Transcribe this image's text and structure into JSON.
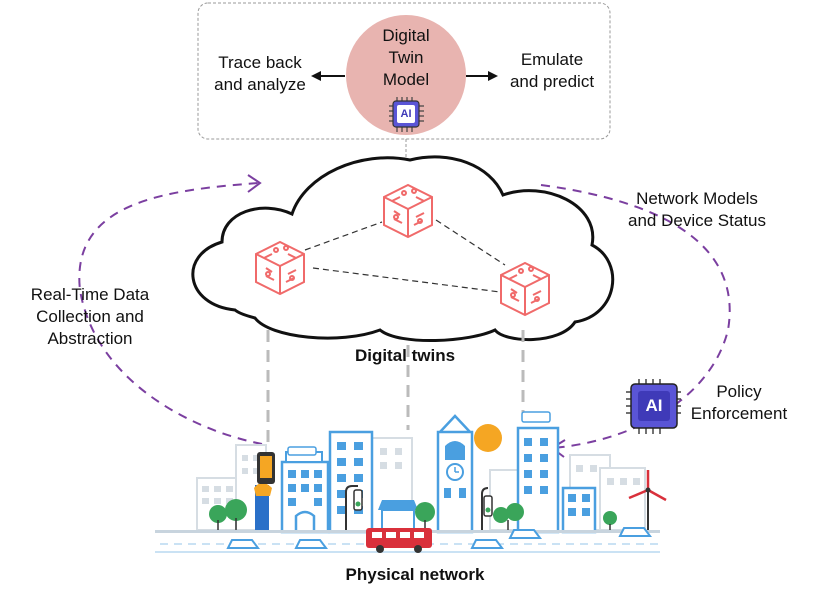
{
  "twin_model": {
    "label_lines": [
      "Digital",
      "Twin",
      "Model"
    ],
    "chip_text": "AI",
    "left_action_lines": [
      "Trace back",
      "and analyze"
    ],
    "right_action_lines": [
      "Emulate",
      "and predict"
    ]
  },
  "left_loop_label_lines": [
    "Real-Time Data",
    "Collection and",
    "Abstraction"
  ],
  "right_loop_label_lines": [
    "Network Models",
    "and Device Status"
  ],
  "policy": {
    "chip_text": "AI",
    "label_lines": [
      "Policy",
      "Enforcement"
    ]
  },
  "cloud_caption": "Digital twins",
  "city_caption": "Physical network",
  "colors": {
    "model_circle": "#e8b4b0",
    "twin_icon": "#f06a6a",
    "loop_arrow": "#7b3fa0",
    "chip": "#5a55d6",
    "building": "#4a9fe0",
    "building_light": "#d6dde3",
    "tree": "#3aa55a",
    "sun": "#f5a623",
    "bus": "#d9303b",
    "road": "#b9d9f0"
  }
}
